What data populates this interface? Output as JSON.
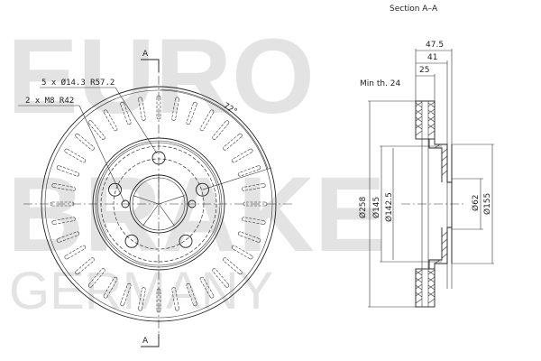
{
  "watermark": {
    "line1": "EURO",
    "line2": "BRAKE",
    "line3": "GERMANY",
    "color": "#e3e3e3"
  },
  "front_view": {
    "section_marker_top": "A",
    "section_marker_bottom": "A",
    "callout_bolt_holes": "5 x Ø14.3 R57.2",
    "callout_threaded_holes": "2 x M8 R42",
    "angle_label": "72°",
    "vent_count": 36
  },
  "section_view": {
    "title": "Section A–A",
    "min_thickness": "Min th. 24",
    "dimensions": {
      "overall_height": "47.5",
      "hat_height": "41",
      "disc_thickness": "25",
      "outer_diameter": "Ø258",
      "hat_outer_diameter": "Ø145",
      "hat_inner_diameter": "Ø142.5",
      "center_bore": "Ø62",
      "hat_face_diameter": "Ø155"
    }
  },
  "colors": {
    "line": "#222222",
    "watermark": "#e3e3e3",
    "background": "#ffffff"
  }
}
